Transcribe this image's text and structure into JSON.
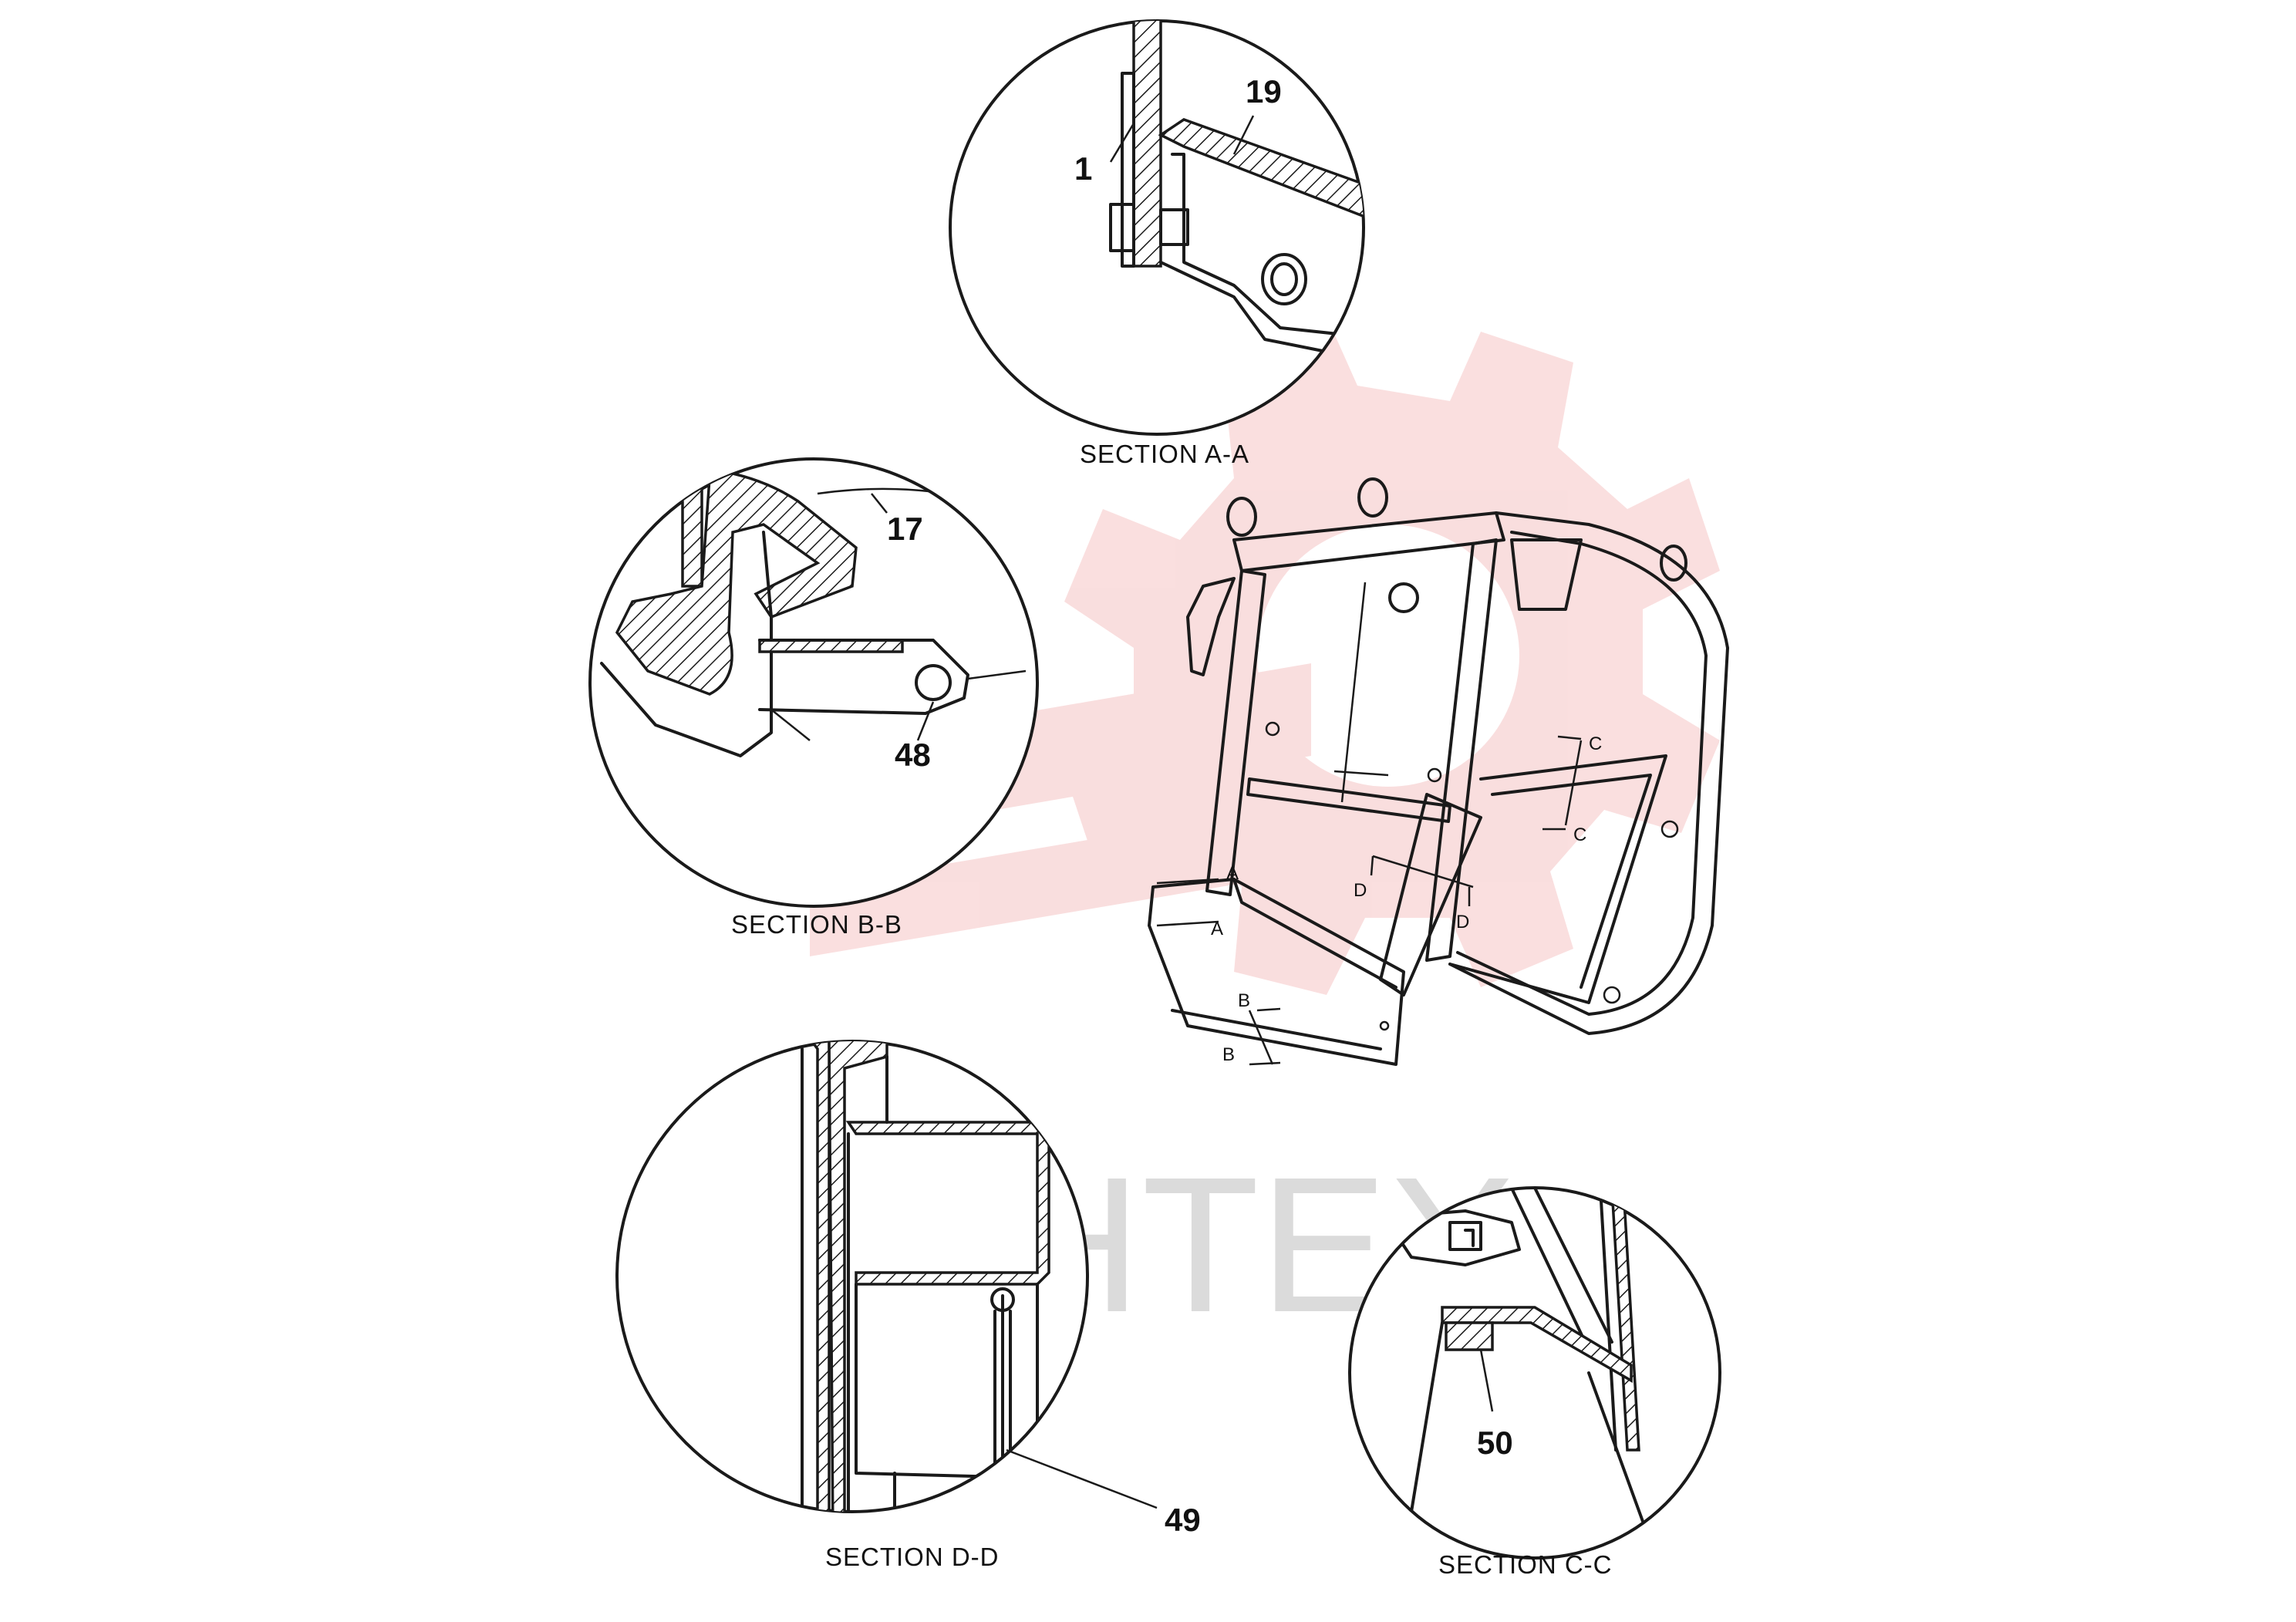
{
  "watermark": {
    "text": "ИНТЕХ",
    "color": "#f3b8b8"
  },
  "sections": {
    "aa": {
      "label": "SECTION A-A",
      "callouts": [
        "1",
        "19"
      ]
    },
    "bb": {
      "label": "SECTION B-B",
      "callouts": [
        "17",
        "48"
      ]
    },
    "dd": {
      "label": "SECTION D-D",
      "callouts": [
        "49"
      ]
    },
    "cc": {
      "label": "SECTION C-C",
      "callouts": [
        "50"
      ]
    }
  },
  "cut_letters": {
    "a": "A",
    "b": "B",
    "c": "C",
    "d": "D"
  }
}
